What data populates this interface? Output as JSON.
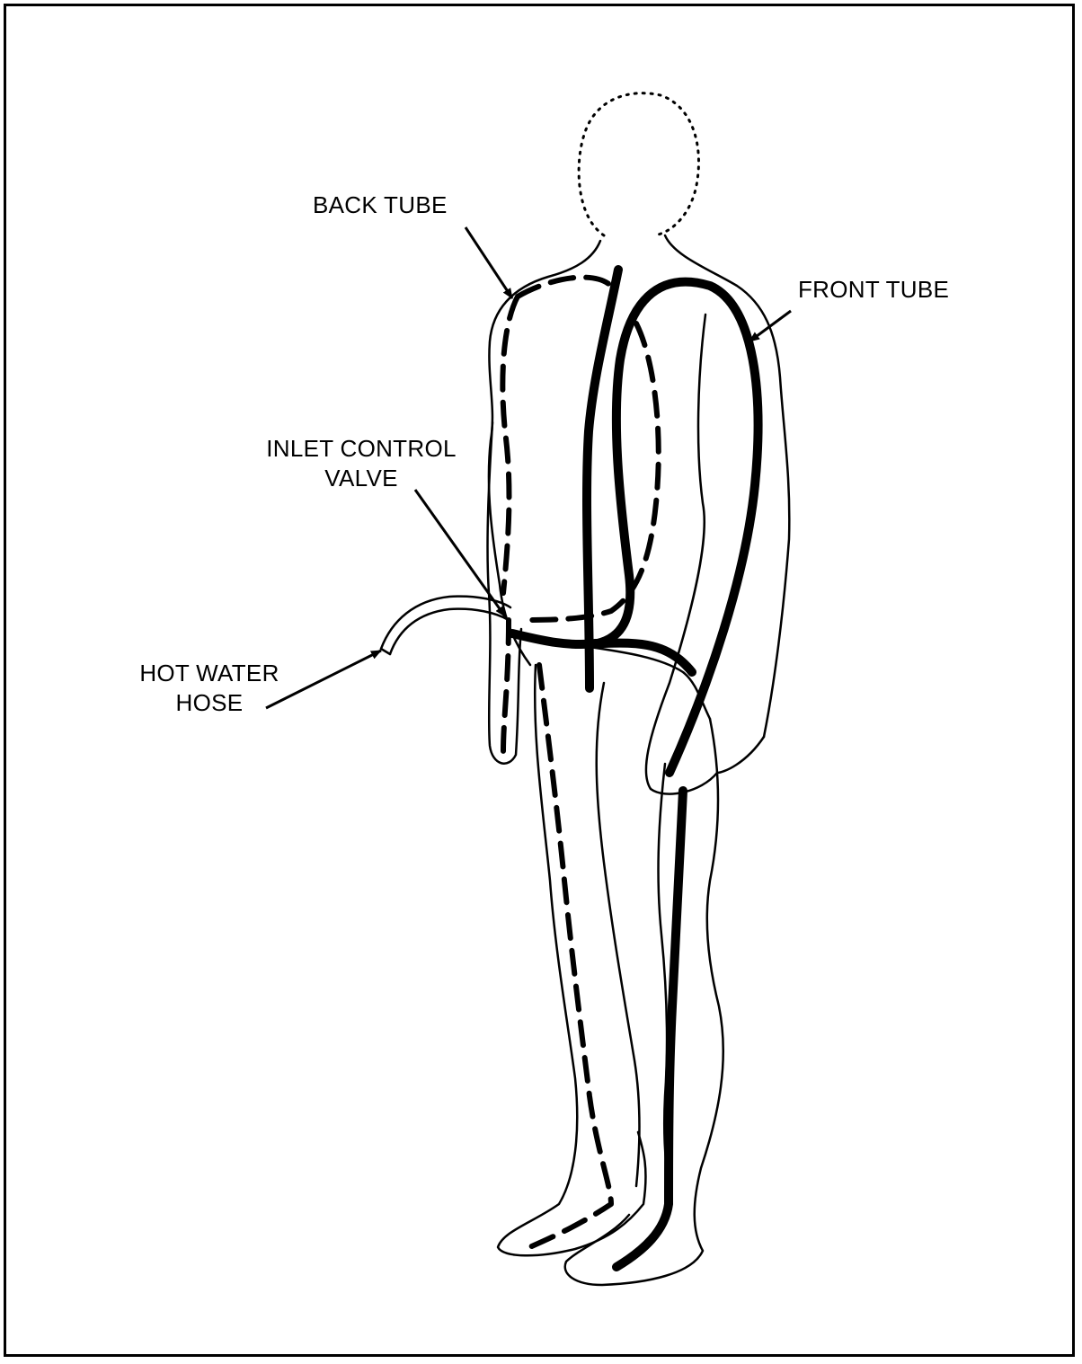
{
  "labels": {
    "back_tube": "BACK TUBE",
    "front_tube": "FRONT TUBE",
    "inlet_line1": "INLET CONTROL",
    "inlet_line2": "VALVE",
    "hose_line1": "HOT WATER",
    "hose_line2": "HOSE"
  },
  "colors": {
    "ink": "#000000",
    "paper": "#ffffff"
  }
}
